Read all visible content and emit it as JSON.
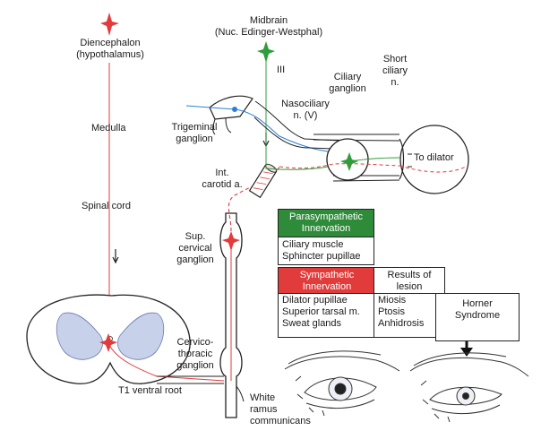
{
  "labels": {
    "diencephalon": "Diencephalon",
    "hypothalamus": "(hypothalamus)",
    "medulla": "Medulla",
    "spinal_cord": "Spinal cord",
    "midbrain": "Midbrain",
    "edinger": "(Nuc. Edinger-Westphal)",
    "cn3": "III",
    "nasociliary_1": "Nasociliary",
    "nasociliary_2": "n. (V)",
    "ciliary_ganglion_1": "Ciliary",
    "ciliary_ganglion_2": "ganglion",
    "short_ciliary_1": "Short",
    "short_ciliary_2": "ciliary",
    "short_ciliary_3": "n.",
    "trigeminal_1": "Trigeminal",
    "trigeminal_2": "ganglion",
    "to_dilator": "To dilator",
    "int_carotid_1": "Int.",
    "int_carotid_2": "carotid a.",
    "sup_cervical_1": "Sup.",
    "sup_cervical_2": "cervical",
    "sup_cervical_3": "ganglion",
    "cervicothoracic_1": "Cervico-",
    "cervicothoracic_2": "thoracic",
    "cervicothoracic_3": "ganglion",
    "t1_root": "T1 ventral root",
    "white_ramus_1": "White",
    "white_ramus_2": "ramus",
    "white_ramus_3": "communicans"
  },
  "para_box": {
    "header_1": "Parasympathetic",
    "header_2": "Innervation",
    "items": [
      "Ciliary muscle",
      "Sphincter pupillae"
    ]
  },
  "symp_box": {
    "header_1": "Sympathetic",
    "header_2": "Innervation",
    "results_1": "Results of",
    "results_2": "lesion",
    "targets": [
      "Dilator pupillae",
      "Superior tarsal m.",
      "Sweat glands"
    ],
    "results": [
      "Miosis",
      "Ptosis",
      "Anhidrosis"
    ],
    "syndrome_1": "Horner",
    "syndrome_2": "Syndrome"
  },
  "colors": {
    "sympathetic": "#e23b3b",
    "parasympathetic": "#2e9e3a",
    "sensory": "#2f7fd6",
    "outline": "#222222"
  }
}
